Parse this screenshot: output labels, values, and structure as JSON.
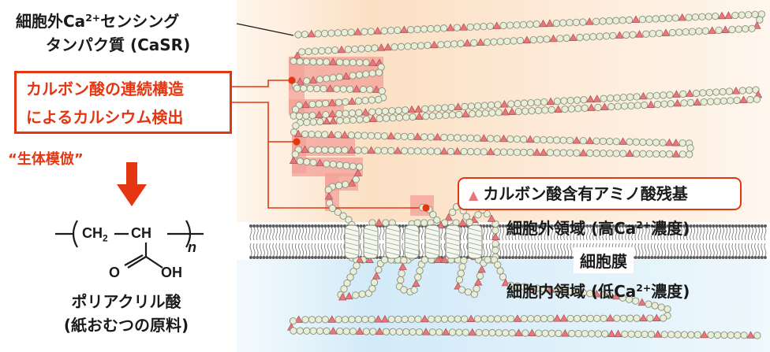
{
  "labels": {
    "casr_line1_prefix": "細胞外Ca",
    "casr_line1_sup": "2+",
    "casr_line1_suffix": "センシング",
    "casr_line2": "タンパク質 (CaSR)",
    "carboxyl_line1": "カルボン酸の連続構造",
    "carboxyl_line2": "によるカルシウム検出",
    "biomimicry": "“生体模倣”",
    "acid_residue": "カルボン酸含有アミノ酸残基",
    "extracellular_prefix": "細胞外領域 (高Ca",
    "extracellular_sup": "2+",
    "extracellular_suffix": "濃度)",
    "membrane": "細胞膜",
    "intracellular_prefix": "細胞内領域 (低Ca",
    "intracellular_sup": "2+",
    "intracellular_suffix": "濃度)",
    "polyacrylic_line1": "ポリアクリル酸",
    "polyacrylic_line2": "(紙おむつの原料)"
  },
  "chemistry": {
    "ch2": "CH",
    "ch2_sub": "2",
    "ch": "CH",
    "repeat": "n",
    "o_double": "O",
    "oh": "OH"
  },
  "colors": {
    "accent_red": "#e53612",
    "residue_pink": "#e4787a",
    "bead_fill": "#e8eed8",
    "bead_stroke": "#8a8f7c",
    "extracellular_bg": "#fbe1c4",
    "intracellular_bg": "#d6ecf8",
    "highlight": "#f4a39a"
  }
}
